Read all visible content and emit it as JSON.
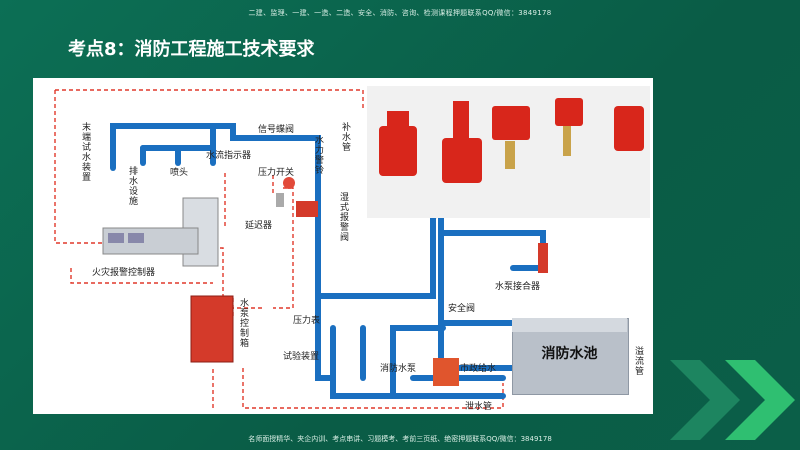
{
  "header": {
    "watermark": "二建、监理、一建、一造、二造、安全、消防、咨询、检测课程押题联系QQ/微信：3849178"
  },
  "slide": {
    "title": "考点8：消防工程施工技术要求"
  },
  "footer": {
    "watermark": "名师面授精华、夹企内训、考点串讲、习题模考、考前三页纸、绝密押题联系QQ/微信：3849178"
  },
  "diagram": {
    "labels": {
      "end_test": "末端试水装置",
      "drain": "排水设施",
      "sprinkler": "喷头",
      "flow_indicator": "水流指示器",
      "signal_valve": "信号蝶阀",
      "pressure_switch": "压力开关",
      "hydraulic_bell": "水力警铃",
      "supplement_pipe": "补水管",
      "wet_alarm_valve": "湿式报警阀",
      "retard": "延迟器",
      "fire_alarm_controller": "火灾报警控制器",
      "pump_control_box": "水泵控制箱",
      "pressure_gauge": "压力表",
      "test_device": "试验装置",
      "safety_valve": "安全阀",
      "pump_adapter": "水泵接合器",
      "fire_pump": "消防水泵",
      "municipal_water": "市政给水",
      "overflow_pipe": "溢流管",
      "drain_pipe": "泄水管",
      "pool": "消防水池"
    },
    "colors": {
      "pipe": "#1a6fc0",
      "signal": "#e0392b",
      "panel": "#ffffff",
      "accent": "#2fbf71"
    }
  }
}
